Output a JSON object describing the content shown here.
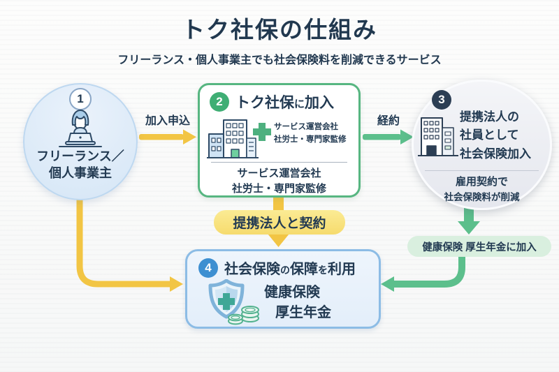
{
  "title": "トク社保の仕組み",
  "subtitle": "フリーランス・個人事業主でも社会保険料を削減できるサービス",
  "colors": {
    "navy": "#223a52",
    "green_border": "#57b681",
    "green_solid": "#3fae74",
    "green_arrow": "#5cbf8c",
    "green_badge": "#d9efdf",
    "blue_solid": "#3d8fd1",
    "blue_border": "#8cbce5",
    "blue_box": "#e9f2fb",
    "circle_fill": "#dce9f7",
    "ellipse_fill": "#ebedf3",
    "navy_circle": "#2c3e54",
    "yellow_arrow": "#f2c544",
    "yellow_badge": "#f9e37e"
  },
  "step1": {
    "number": "1",
    "line1": "フリーランス／",
    "line2": "個人事業主"
  },
  "arrow_apply": {
    "label": "加入申込"
  },
  "step2": {
    "number": "2",
    "title_main": "トク社保",
    "title_particle": "に",
    "title_rest": "加入",
    "icon_caption_line1": "サービス運営会社",
    "icon_caption_line2": "社労士・専門家監修",
    "footer_line1": "サービス運営会社",
    "footer_line2": "社労士・専門家監修"
  },
  "arrow_contract": {
    "label": "経約"
  },
  "step3": {
    "number": "3",
    "line1": "提携法人の",
    "line2": "社員として",
    "line3": "社会保険加入",
    "footer_line1": "雇用契約で",
    "footer_line2": "社会保険料が削減"
  },
  "badge_partner_contract": {
    "label": "提携法人と契約"
  },
  "badge_insurance_join": {
    "label": "健康保険 厚生年金に加入"
  },
  "step4": {
    "number": "4",
    "t1": "社会保険",
    "t2": "の",
    "t3": "保障",
    "t4": "を",
    "t5": "利用",
    "benefit_line1": "健康保険",
    "benefit_line2": "厚生年金"
  },
  "icons": {
    "step1": "person-laptop-icon",
    "step2": "office-buildings-plus-icon",
    "step3": "office-building-icon",
    "step4": "shield-coins-icon"
  }
}
